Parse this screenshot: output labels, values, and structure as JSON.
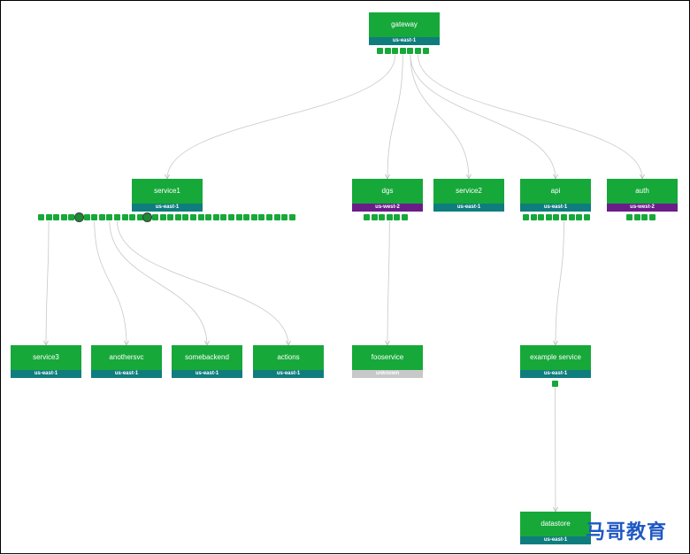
{
  "colors": {
    "node": "#17a83a",
    "us-east-1": "#0f7d7d",
    "us-west-2": "#6a1d89",
    "unknown": "#c8c8c8",
    "edge": "#c8c8c8"
  },
  "nodes": [
    {
      "id": "gateway",
      "name": "gateway",
      "region": "us-east-1",
      "instances": 7
    },
    {
      "id": "service1",
      "name": "service1",
      "region": "us-east-1",
      "instances": 34,
      "highlighted": [
        5,
        14
      ]
    },
    {
      "id": "dgs",
      "name": "dgs",
      "region": "us-west-2",
      "instances": 6
    },
    {
      "id": "service2",
      "name": "service2",
      "region": "us-east-1",
      "instances": 0
    },
    {
      "id": "api",
      "name": "api",
      "region": "us-east-1",
      "instances": 9
    },
    {
      "id": "auth",
      "name": "auth",
      "region": "us-west-2",
      "instances": 4
    },
    {
      "id": "service3",
      "name": "service3",
      "region": "us-east-1",
      "instances": 0
    },
    {
      "id": "anothersvc",
      "name": "anothersvc",
      "region": "us-east-1",
      "instances": 0
    },
    {
      "id": "somebackend",
      "name": "somebackend",
      "region": "us-east-1",
      "instances": 0
    },
    {
      "id": "actions",
      "name": "actions",
      "region": "us-east-1",
      "instances": 0
    },
    {
      "id": "fooservice",
      "name": "fooservice",
      "region": "unknown",
      "instances": 0
    },
    {
      "id": "example-service",
      "name": "example service",
      "region": "us-east-1",
      "instances": 1
    },
    {
      "id": "datastore",
      "name": "datastore",
      "region": "us-east-1",
      "instances": 0
    }
  ],
  "edges": [
    [
      "gateway",
      "service1"
    ],
    [
      "gateway",
      "dgs"
    ],
    [
      "gateway",
      "service2"
    ],
    [
      "gateway",
      "api"
    ],
    [
      "gateway",
      "auth"
    ],
    [
      "service1",
      "service3"
    ],
    [
      "service1",
      "anothersvc"
    ],
    [
      "service1",
      "somebackend"
    ],
    [
      "service1",
      "actions"
    ],
    [
      "dgs",
      "fooservice"
    ],
    [
      "api",
      "example-service"
    ],
    [
      "example-service",
      "datastore"
    ]
  ],
  "watermark": "马哥教育"
}
